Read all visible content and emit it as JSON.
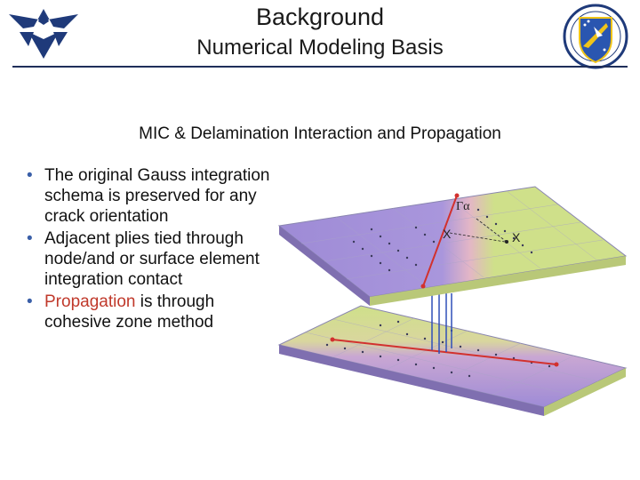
{
  "header": {
    "title": "Background",
    "subtitle": "Numerical Modeling Basis"
  },
  "section_heading": "MIC & Delamination Interaction and Propagation",
  "bullets": [
    {
      "text": "The original Gauss integration schema is preserved for any crack orientation"
    },
    {
      "text": "Adjacent plies tied through node/and or surface element integration contact"
    },
    {
      "highlight": "Propagation",
      "text": " is through cohesive zone method"
    }
  ],
  "figure": {
    "labels": {
      "gamma": "Γα",
      "x_left": "X",
      "x_right": "X"
    }
  },
  "colors": {
    "title_text": "#1a1a1a",
    "divider": "#1f2e5a",
    "highlight": "#c0392b",
    "bullet": "#3a5fa8",
    "ply_purple": "#9e8bd6",
    "ply_green": "#cfe08a",
    "crack_red": "#d2312e",
    "tie_blue": "#2f4fb8"
  },
  "icons": {
    "left_logo": "air-force-wings-logo",
    "right_logo": "afrl-shield-logo"
  }
}
